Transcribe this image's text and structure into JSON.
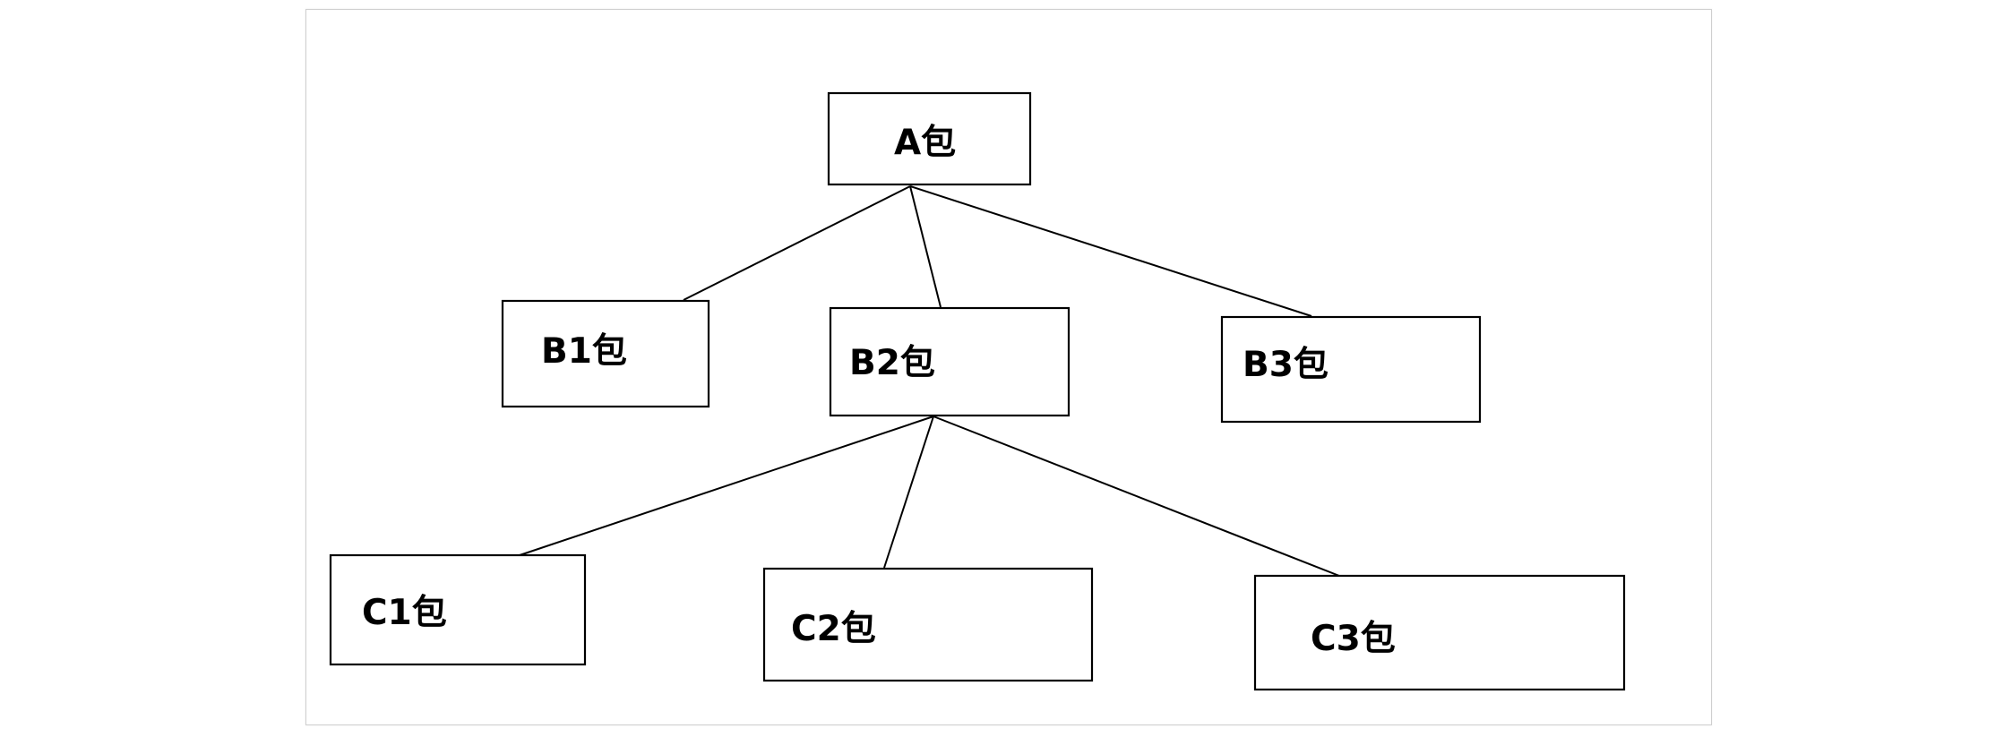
{
  "diagram": {
    "nodes": {
      "A": "A包",
      "B1": "B1包",
      "B2": "B2包",
      "B3": "B3包",
      "C1": "C1包",
      "C2": "C2包",
      "C3": "C3包"
    },
    "edges": [
      [
        "A",
        "B1"
      ],
      [
        "A",
        "B2"
      ],
      [
        "A",
        "B3"
      ],
      [
        "B2",
        "C1"
      ],
      [
        "B2",
        "C2"
      ],
      [
        "B2",
        "C3"
      ]
    ]
  }
}
